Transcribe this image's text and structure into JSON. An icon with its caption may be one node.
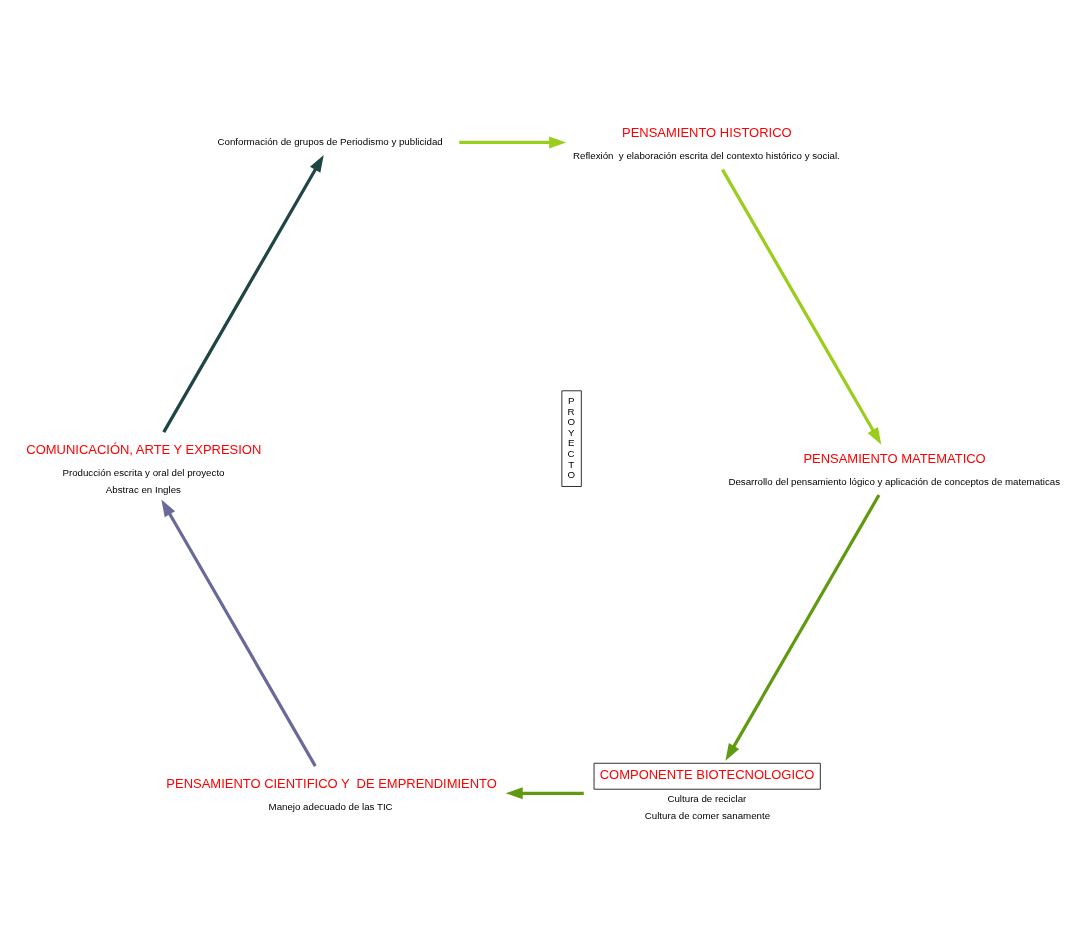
{
  "diagram": {
    "nodes": [
      {
        "text": [
          "COMPONENTE BIOTECNOLOGICO"
        ],
        "beside": [
          "Cultura de reciclar",
          "Cultura de comer sanamente"
        ]
      },
      {
        "text": [
          "PENSAMIENTO CIENTIFICO Y  DE EMPRENDIMIENTO"
        ],
        "beside": [
          "Manejo adecuado de las TIC"
        ]
      },
      {
        "text": [
          "COMUNICACIÓN, ARTE Y EXPRESION"
        ],
        "beside": [
          "Producción escrita y oral del proyecto",
          "Abstrac en Ingles"
        ]
      },
      {
        "text": [
          "Conformación de grupos de Periodismo y publicidad"
        ]
      },
      {
        "text": [
          "PENSAMIENTO HISTORICO"
        ],
        "beside": [
          "Reflexión  y elaboración escrita del contexto histórico y social."
        ]
      },
      {
        "text": [
          "PENSAMIENTO MATEMATICO"
        ],
        "beside": [
          "Desarrollo del pensamiento lógico y aplicación de conceptos de matematicas"
        ]
      },
      {
        "text": [
          "PROYECTO"
        ]
      }
    ],
    "edges": [
      {
        "from": 0,
        "to": 1,
        "arrow": "to",
        "color": "#5f9a10"
      },
      {
        "from": 1,
        "to": 2,
        "arrow": "to",
        "color": "#6a6a9a"
      },
      {
        "from": 2,
        "to": 3,
        "arrow": "to",
        "color": "#1f4545"
      },
      {
        "from": 3,
        "to": 4,
        "arrow": "to",
        "color": "#9acd1e"
      },
      {
        "from": 4,
        "to": 5,
        "arrow": "to",
        "color": "#9acd1e"
      },
      {
        "from": 5,
        "to": 0,
        "arrow": "to",
        "color": "#5f9a10"
      }
    ]
  }
}
